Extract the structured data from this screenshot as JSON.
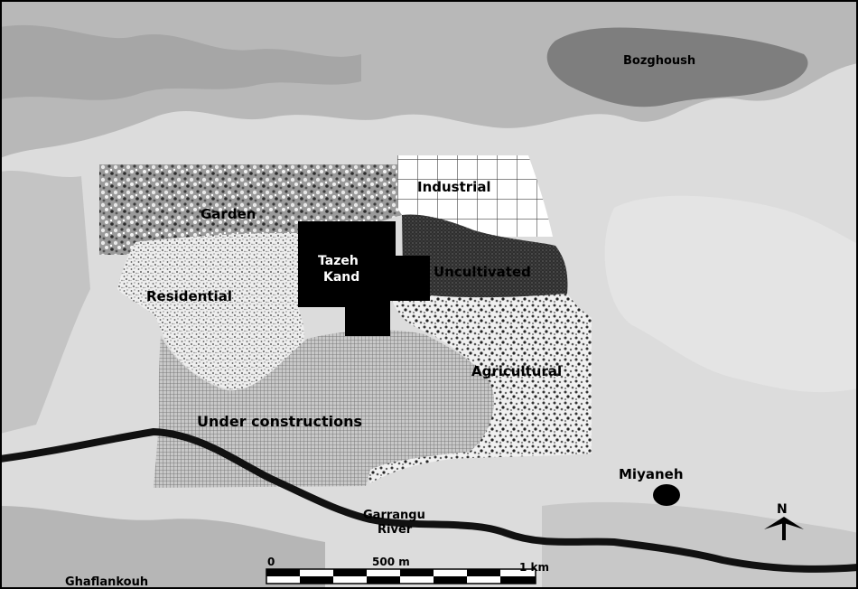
{
  "map": {
    "labels": {
      "bozghoush": "Bozghoush",
      "industrial": "Industrial",
      "garden": "Garden",
      "tazeh_line1": "Tazeh",
      "tazeh_line2": "Kand",
      "uncultivated": "Uncultivated",
      "residential": "Residential",
      "agricultural": "Agricultural",
      "under_construction": "Under constructions",
      "miyaneh": "Miyaneh",
      "river_line1": "Garrangu",
      "river_line2": "River",
      "ghaflankouh": "Ghaflankouh",
      "north": "N"
    },
    "scale_bar": {
      "tick_0": "0",
      "tick_500": "500 m",
      "tick_1000": "1 km"
    },
    "colors": {
      "background": "#dcdcdc",
      "mid_terrain": "#b4b4b4",
      "dark_terrain": "#8a8a8a",
      "city_block": "#000000",
      "river": "#111111"
    },
    "icons": {
      "north_arrow": "north-arrow-icon",
      "city_marker": "city-dot-icon"
    }
  }
}
